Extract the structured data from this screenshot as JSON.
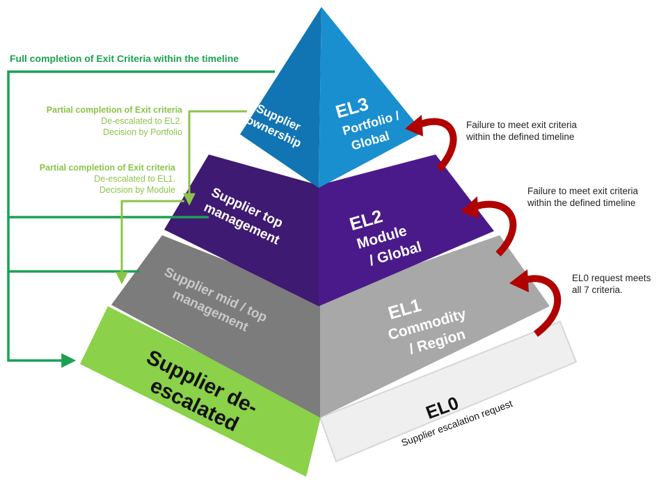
{
  "top_note": "Full completion of Exit Criteria within the timeline",
  "partial_el2": {
    "line1": "Partial completion of Exit criteria",
    "line2": "De-escalated to EL2.",
    "line3": "Decision by Portfolio"
  },
  "partial_el1": {
    "line1": "Partial completion of Exit criteria",
    "line2": "De-escalated to EL1.",
    "line3": "Decision by Module"
  },
  "failure_el3": {
    "line1": "Failure to meet exit criteria",
    "line2": "within the defined timeline"
  },
  "failure_el2": {
    "line1": "Failure to meet exit criteria",
    "line2": "within the defined timeline"
  },
  "el0_request": {
    "line1": "EL0 request meets",
    "line2": "all 7 criteria."
  },
  "levels": {
    "el3": {
      "left_lines": [
        "Supplier",
        "ownership"
      ],
      "right_lines": [
        "EL3",
        "Portfolio /",
        "Global"
      ]
    },
    "el2": {
      "left_lines": [
        "Supplier top",
        "management"
      ],
      "right_lines": [
        "EL2",
        "Module",
        "/ Global"
      ]
    },
    "el1": {
      "left_lines": [
        "Supplier mid / top",
        "management"
      ],
      "right_lines": [
        "EL1",
        "Commodity",
        "/ Region"
      ]
    },
    "el0": {
      "title": "EL0",
      "subtitle": "Supplier escalation request"
    }
  },
  "deescalated_lines": [
    "Supplier de-",
    "escalated"
  ],
  "colors": {
    "el3_left": "#1175b3",
    "el3_right": "#1a8fd0",
    "el2_left": "#3e1a72",
    "el2_right": "#4a1a8a",
    "el1_left": "#7c7c7c",
    "el1_right": "#a8a8a8",
    "el0_box": "#efefef",
    "deesc_box": "#8bd14a",
    "green_dark": "#1aa152",
    "green_light": "#8bc34a",
    "arrow_red": "#b00000"
  }
}
